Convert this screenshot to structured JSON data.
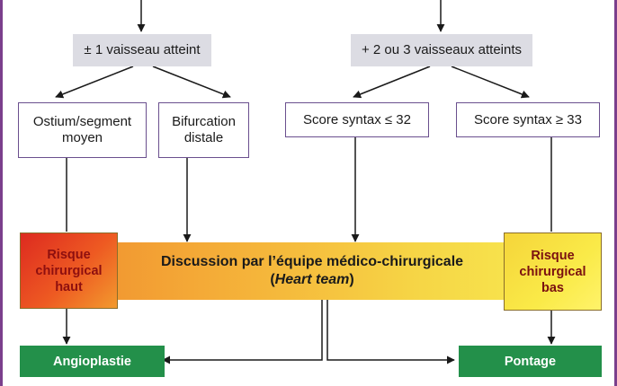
{
  "level1": {
    "left_label": "± 1 vaisseau atteint",
    "right_label": "+ 2 ou 3 vaisseaux atteints"
  },
  "level2": {
    "ostium_line1": "Ostium/segment",
    "ostium_line2": "moyen",
    "bifurcation_line1": "Bifurcation",
    "bifurcation_line2": "distale",
    "syntax_low": "Score syntax ≤ 32",
    "syntax_high": "Score syntax ≥ 33"
  },
  "risk": {
    "high_line1": "Risque",
    "high_line2": "chirurgical",
    "high_line3": "haut",
    "low_line1": "Risque",
    "low_line2": "chirurgical",
    "low_line3": "bas"
  },
  "discussion": {
    "line1": "Discussion par l’équipe médico-chirurgicale",
    "paren_open": "(",
    "line2_italic": "Heart team",
    "paren_close": ")"
  },
  "outcomes": {
    "left": "Angioplastie",
    "right": "Pontage"
  },
  "colors": {
    "frame": "#7b3f8c",
    "gray_box": "#dcdce3",
    "box_border": "#6a4f8e",
    "outcome_green": "#23904a",
    "risk_high": "#dd2a20",
    "risk_low": "#f5d53a",
    "arrow": "#1a1a1a"
  }
}
